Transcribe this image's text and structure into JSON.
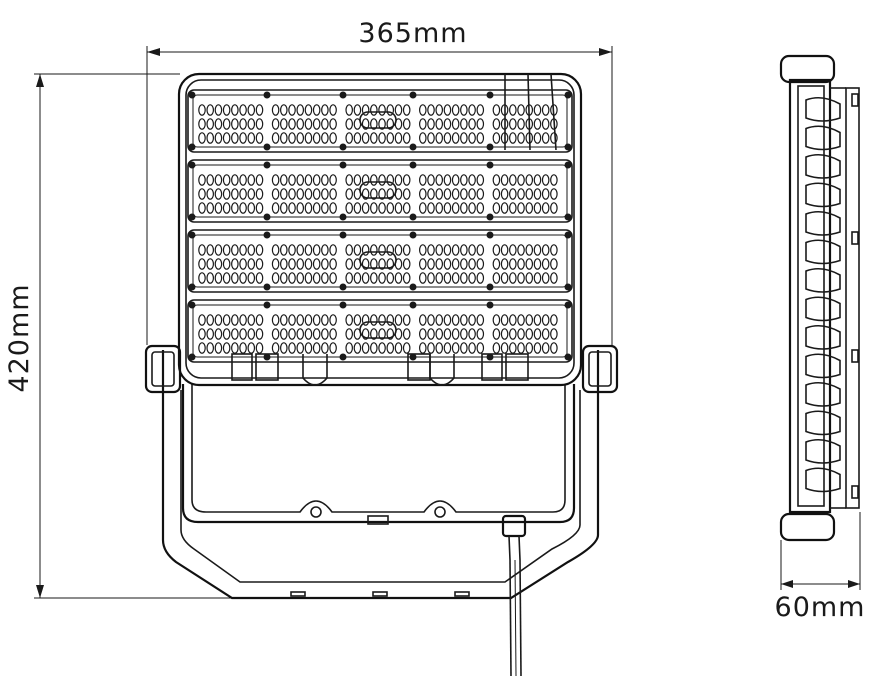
{
  "dimensions": {
    "width_label": "365mm",
    "height_label": "420mm",
    "depth_label": "60mm"
  },
  "product": {
    "led_module_count": 4,
    "lens_columns": 5
  },
  "colors": {
    "line": "#1a1a1a",
    "background": "#ffffff"
  }
}
